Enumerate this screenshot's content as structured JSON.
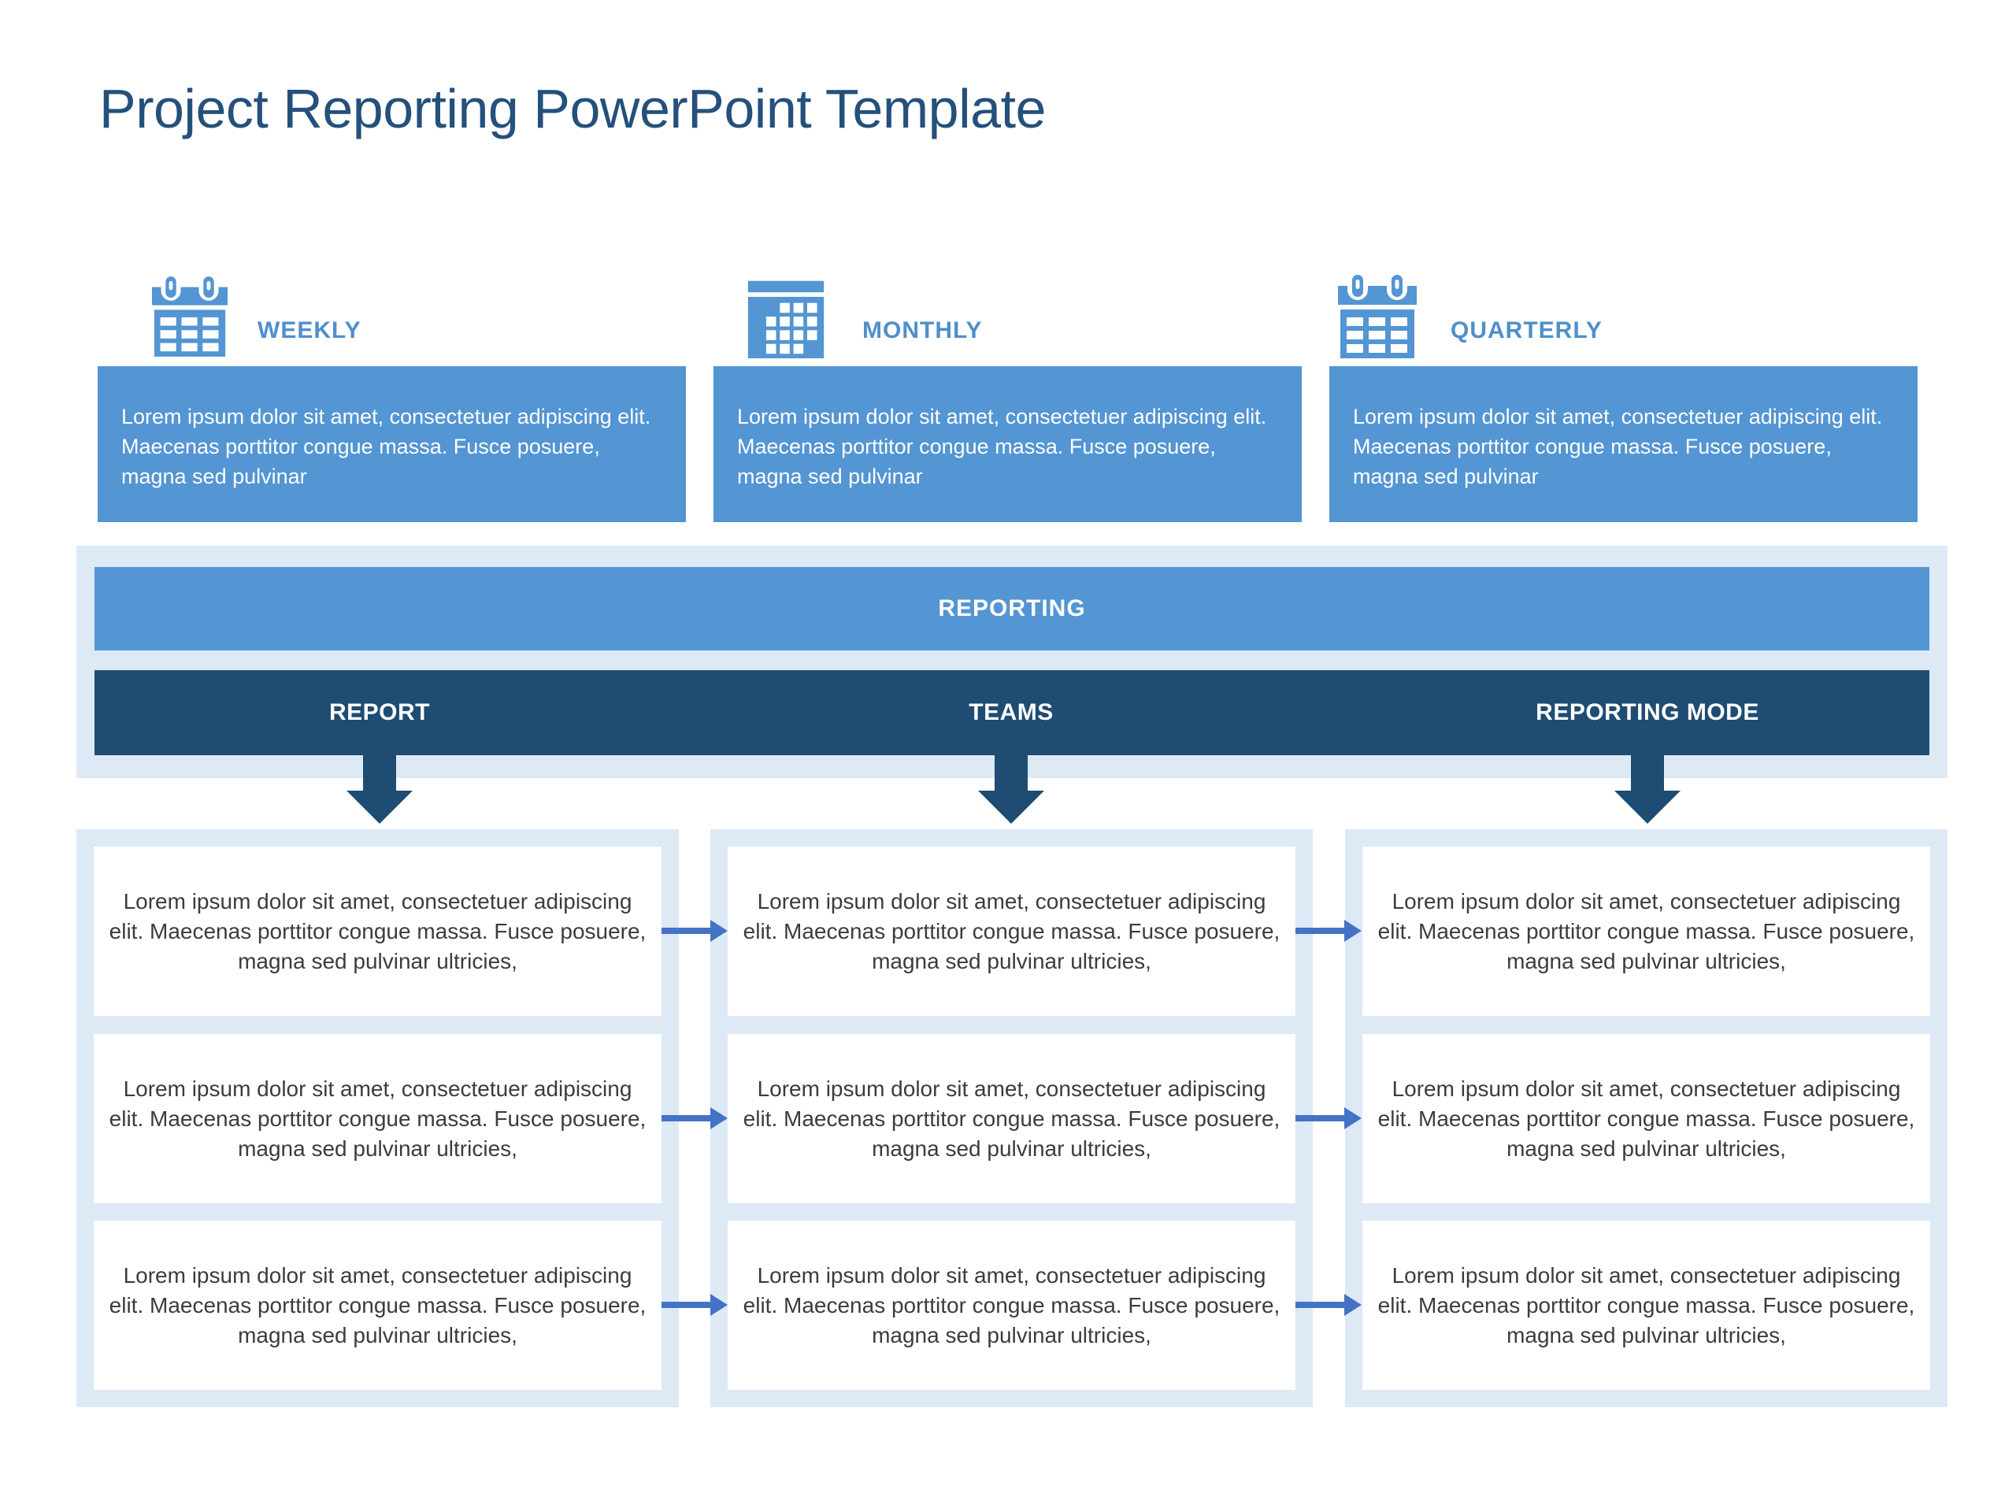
{
  "slide": {
    "title": "Project Reporting PowerPoint Template"
  },
  "frequencies": {
    "items": [
      {
        "label": "WEEKLY",
        "icon": "calendar-weekly-icon",
        "description": "Lorem ipsum dolor sit amet, consectetuer adipiscing elit. Maecenas porttitor congue massa. Fusce posuere, magna sed pulvinar"
      },
      {
        "label": "MONTHLY",
        "icon": "calendar-monthly-icon",
        "description": "Lorem ipsum dolor sit amet, consectetuer adipiscing elit. Maecenas porttitor congue massa. Fusce posuere, magna sed pulvinar"
      },
      {
        "label": "QUARTERLY",
        "icon": "calendar-quarterly-icon",
        "description": "Lorem ipsum dolor sit amet, consectetuer adipiscing elit. Maecenas porttitor congue massa. Fusce posuere, magna sed pulvinar"
      }
    ]
  },
  "reporting": {
    "banner_label": "REPORTING",
    "columns": [
      {
        "label": "REPORT"
      },
      {
        "label": "TEAMS"
      },
      {
        "label": "REPORTING MODE"
      }
    ]
  },
  "matrix": {
    "rows": 3,
    "columns": 3,
    "cell_text": "Lorem ipsum dolor sit amet, consectetuer adipiscing elit. Maecenas porttitor congue massa. Fusce posuere, magna sed pulvinar ultricies,"
  },
  "colors": {
    "title_text": "#24507B",
    "frequency_label": "#4F8FCB",
    "accent_blue": "#5495D3",
    "panel_light_blue": "#DEE9F6",
    "dark_navy": "#1E4C72",
    "flow_arrow_blue": "#4472C4",
    "body_text": "#3C3C3C",
    "box_text_white": "#FFFFFF"
  }
}
